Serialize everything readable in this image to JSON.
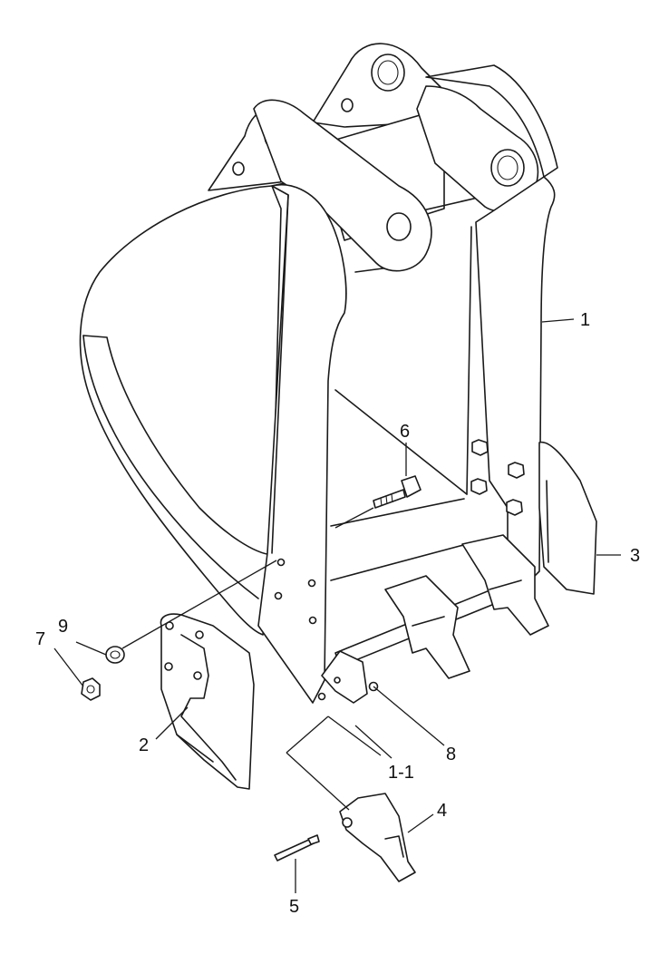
{
  "callouts": [
    {
      "id": "c1",
      "text": "1"
    },
    {
      "id": "c1-1",
      "text": "1-1"
    },
    {
      "id": "c2",
      "text": "2"
    },
    {
      "id": "c3",
      "text": "3"
    },
    {
      "id": "c4",
      "text": "4"
    },
    {
      "id": "c5",
      "text": "5"
    },
    {
      "id": "c6",
      "text": "6"
    },
    {
      "id": "c7",
      "text": "7"
    },
    {
      "id": "c8",
      "text": "8"
    },
    {
      "id": "c9",
      "text": "9"
    }
  ]
}
